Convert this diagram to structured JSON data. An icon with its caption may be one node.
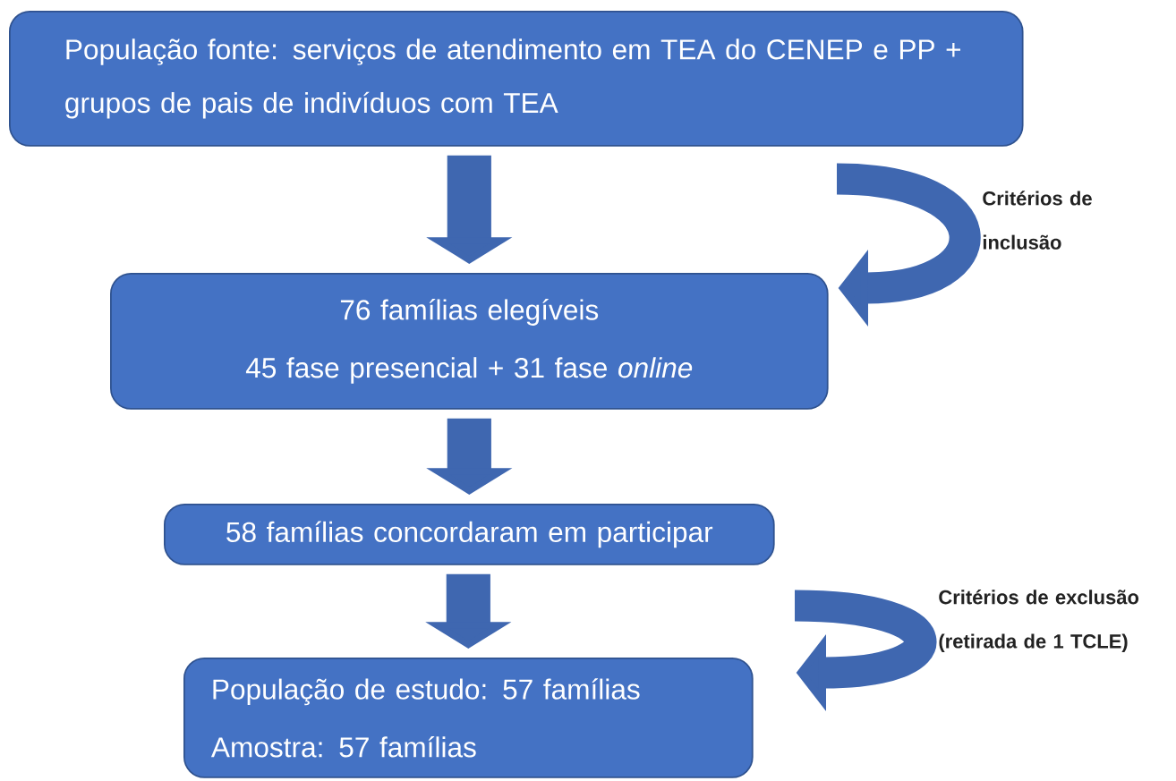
{
  "diagram": {
    "nodes": [
      {
        "text": [
          "População fonte:  serviços de atendimento em TEA do CENEP e PP + grupos de pais de indivíduos com TEA"
        ]
      },
      {
        "text": [
          "76 famílias elegíveis",
          "45 fase presencial + 31 fase *online*"
        ]
      },
      {
        "text": [
          "58 famílias concordaram em participar"
        ]
      },
      {
        "text": [
          "População de estudo: 57 famílias",
          "Amostra: 57 famílias"
        ]
      }
    ],
    "edges": [
      {
        "from": 0,
        "to": 1,
        "arrow": "to"
      },
      {
        "from": null,
        "to": 1,
        "arrow": "to",
        "label": "Critérios de inclusão"
      },
      {
        "from": 1,
        "to": 2,
        "arrow": "to"
      },
      {
        "from": 2,
        "to": 3,
        "arrow": "to"
      },
      {
        "from": null,
        "to": 3,
        "arrow": "to",
        "label": "Critérios de exclusão (retirada de 1 TCLE)"
      }
    ]
  }
}
